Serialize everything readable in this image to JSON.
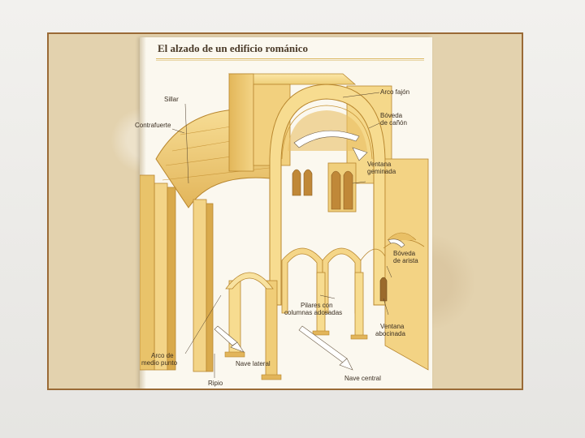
{
  "page": {
    "title": "El alzado de un edificio románico"
  },
  "labels": {
    "sillar": "Sillar",
    "contrafuerte": "Contrafuerte",
    "arco_fajon": "Arco fajón",
    "boveda_canon_1": "Bóveda",
    "boveda_canon_2": "de cañón",
    "ventana_geminada_1": "Ventana",
    "ventana_geminada_2": "geminada",
    "boveda_arista_1": "Bóveda",
    "boveda_arista_2": "de arista",
    "pilares_1": "Pilares con",
    "pilares_2": "columnas adosadas",
    "ventana_abocinada_1": "Ventana",
    "ventana_abocinada_2": "abocinada",
    "arco_medio_punto_1": "Arco de",
    "arco_medio_punto_2": "medio punto",
    "nave_lateral": "Nave lateral",
    "nave_central": "Nave central",
    "ripio": "Ripio"
  },
  "colors": {
    "frame_border": "#9a6a36",
    "parchment": "#e3d2ae",
    "stone_light": "#f6dc94",
    "stone_mid": "#ebc66b",
    "stone_dark": "#c9973a",
    "arrow_fill": "#ffffff"
  }
}
